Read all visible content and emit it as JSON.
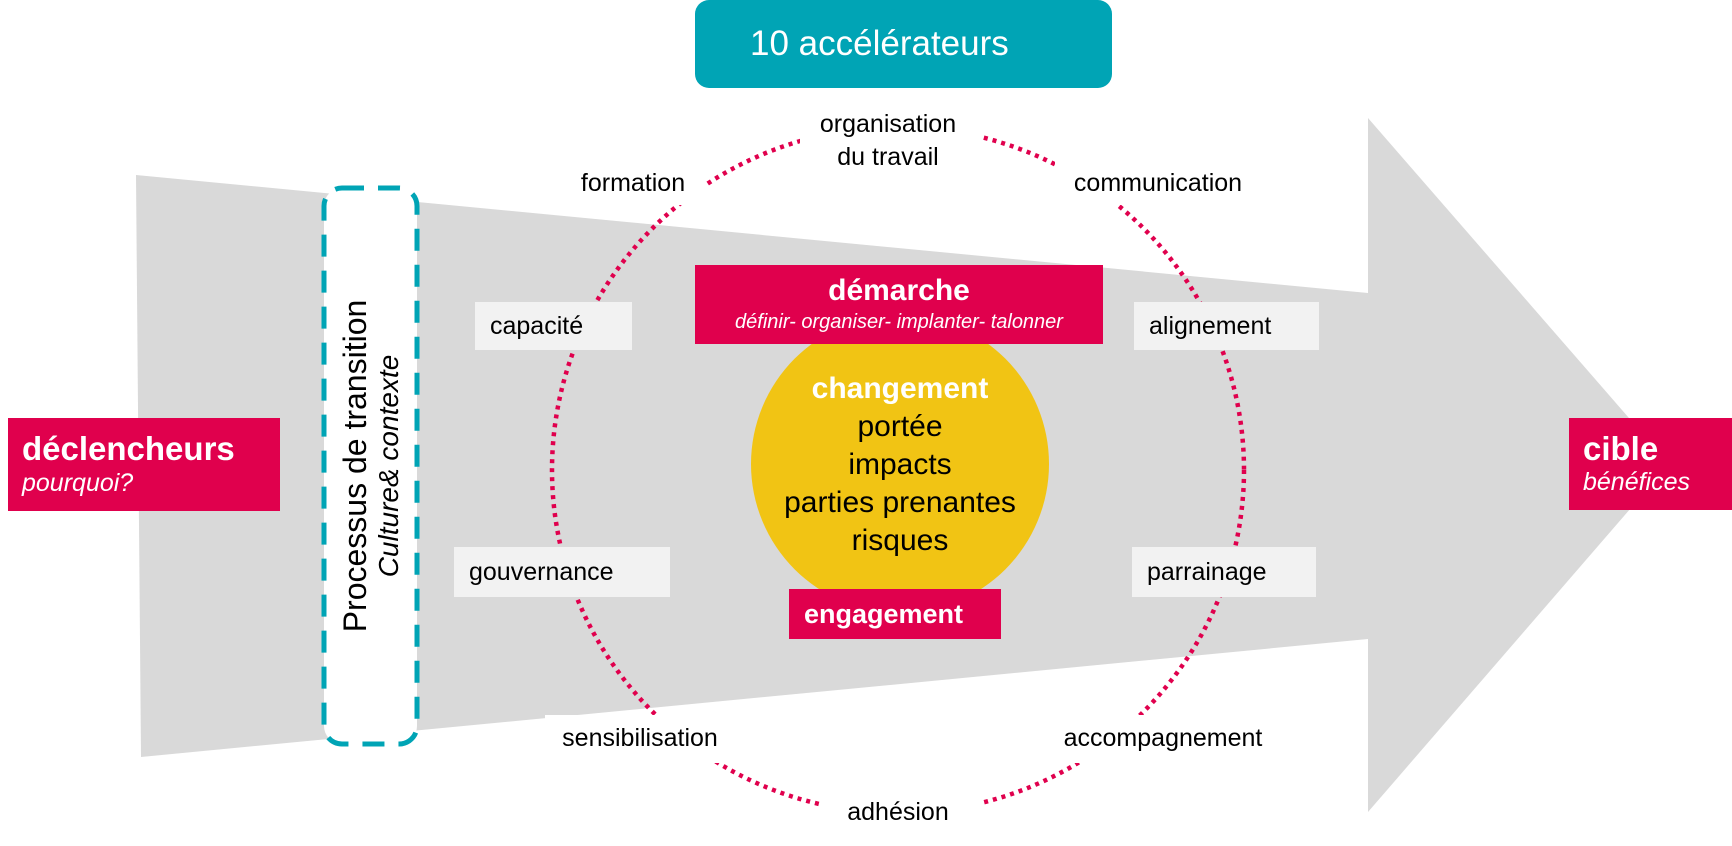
{
  "header": {
    "title": "10 accélérateurs"
  },
  "colors": {
    "teal": "#00a4b5",
    "pink": "#e0004d",
    "yellow": "#f1c414",
    "gray_arrow": "#d9d9d9",
    "label_box": "#f2f2f2"
  },
  "left": {
    "title": "déclencheurs",
    "subtitle": "pourquoi?"
  },
  "right": {
    "title": "cible",
    "subtitle": "bénéfices"
  },
  "transition": {
    "title": "Processus de transition",
    "subtitle": "Culture& contexte"
  },
  "accelerators": {
    "organisation": [
      "organisation",
      "du travail"
    ],
    "formation": "formation",
    "communication": "communication",
    "capacite": "capacité",
    "alignement": "alignement",
    "gouvernance": "gouvernance",
    "parrainage": "parrainage",
    "sensibilisation": "sensibilisation",
    "accompagnement": "accompagnement",
    "adhesion": "adhésion"
  },
  "demarche": {
    "title": "démarche",
    "subtitle": "définir- organiser- implanter- talonner"
  },
  "changement": {
    "title": "changement",
    "items": [
      "portée",
      "impacts",
      "parties prenantes",
      "risques"
    ]
  },
  "engagement": {
    "label": "engagement"
  }
}
